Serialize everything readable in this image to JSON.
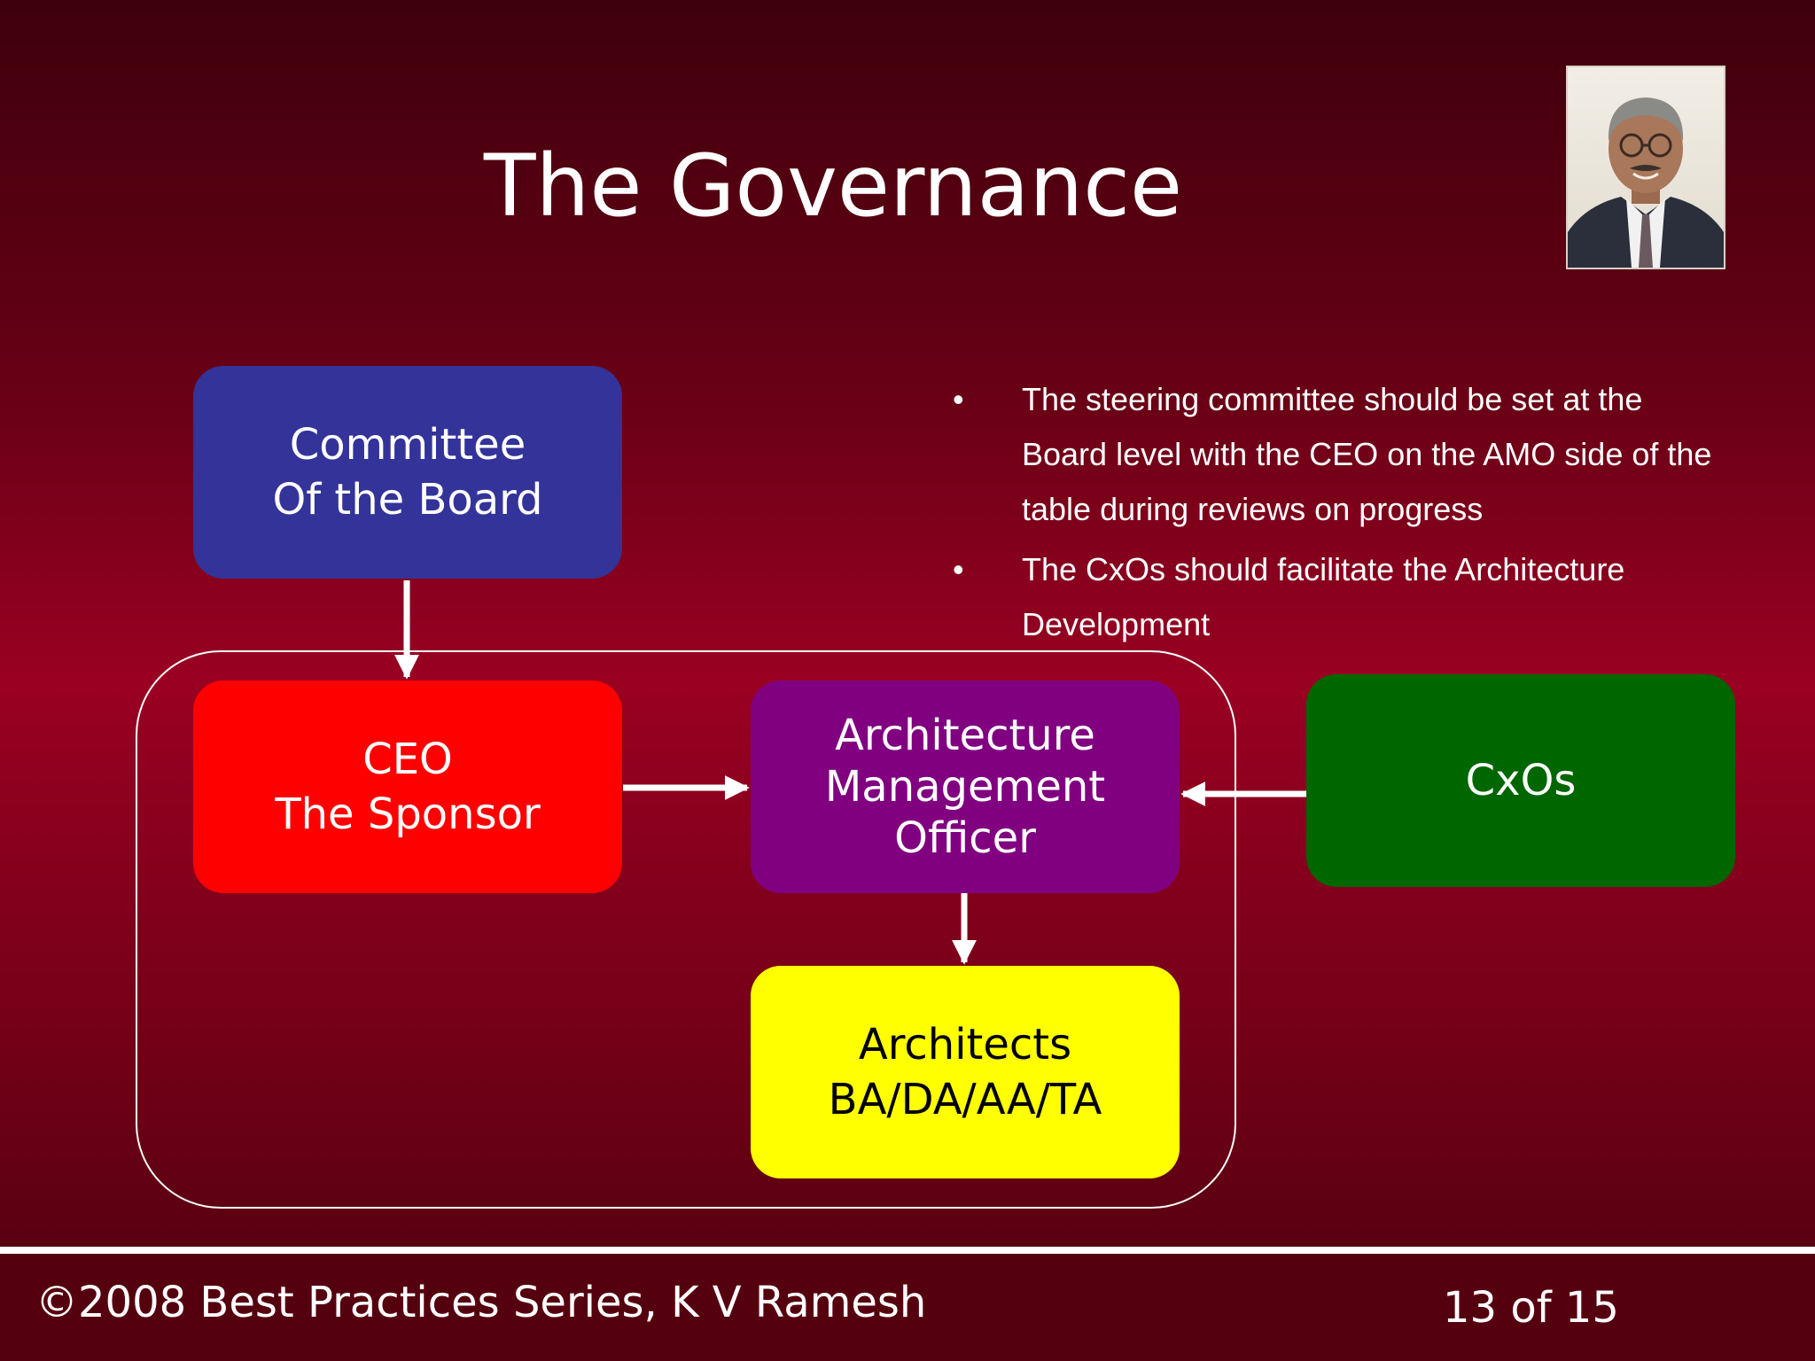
{
  "slide": {
    "title": "The Governance",
    "bullets": [
      "The steering committee should be set at the Board level with the CEO on the AMO side of the table during reviews on progress",
      "The CxOs should facilitate the Architecture Development"
    ],
    "footer": {
      "copyright": "©2008 Best Practices Series, K V Ramesh",
      "page": "13 of 15"
    }
  },
  "diagram": {
    "nodes": {
      "committee": [
        "Committee",
        "Of the Board"
      ],
      "ceo": [
        "CEO",
        "The Sponsor"
      ],
      "amo": [
        "Architecture",
        "Management",
        "Officer"
      ],
      "cxos": [
        "CxOs"
      ],
      "architects": [
        "Architects",
        "BA/DA/AA/TA"
      ]
    },
    "edges": [
      {
        "from": "committee",
        "to": "ceo"
      },
      {
        "from": "ceo",
        "to": "amo"
      },
      {
        "from": "cxos",
        "to": "amo"
      },
      {
        "from": "amo",
        "to": "architects"
      }
    ],
    "colors": {
      "committee": "#333399",
      "ceo": "#ff0000",
      "amo": "#800080",
      "cxos": "#006600",
      "architects": "#ffff00"
    }
  },
  "icons": {
    "photo": "presenter-portrait"
  }
}
